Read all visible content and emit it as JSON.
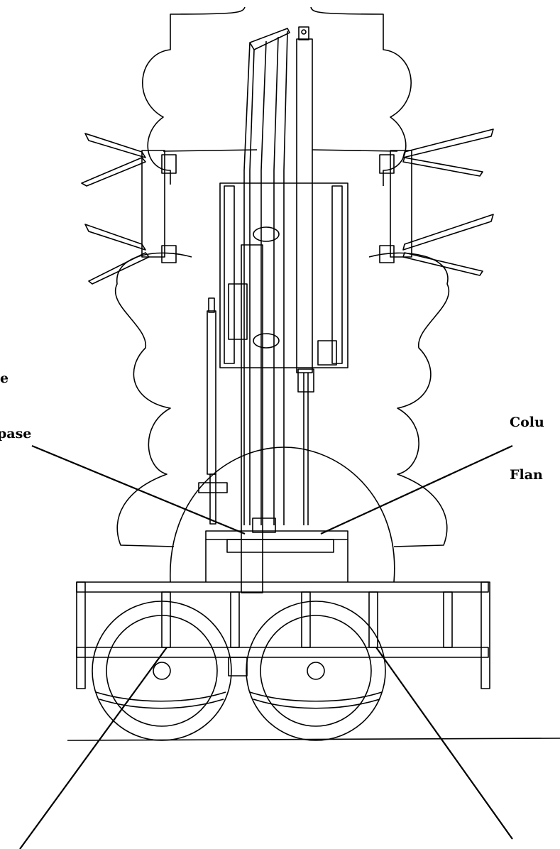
{
  "labels": {
    "left_line1": "e",
    "left_line2": "pase",
    "right_line1": "Colu",
    "right_line2": "Flan"
  },
  "colors": {
    "line": "#000000",
    "background": "#ffffff"
  }
}
